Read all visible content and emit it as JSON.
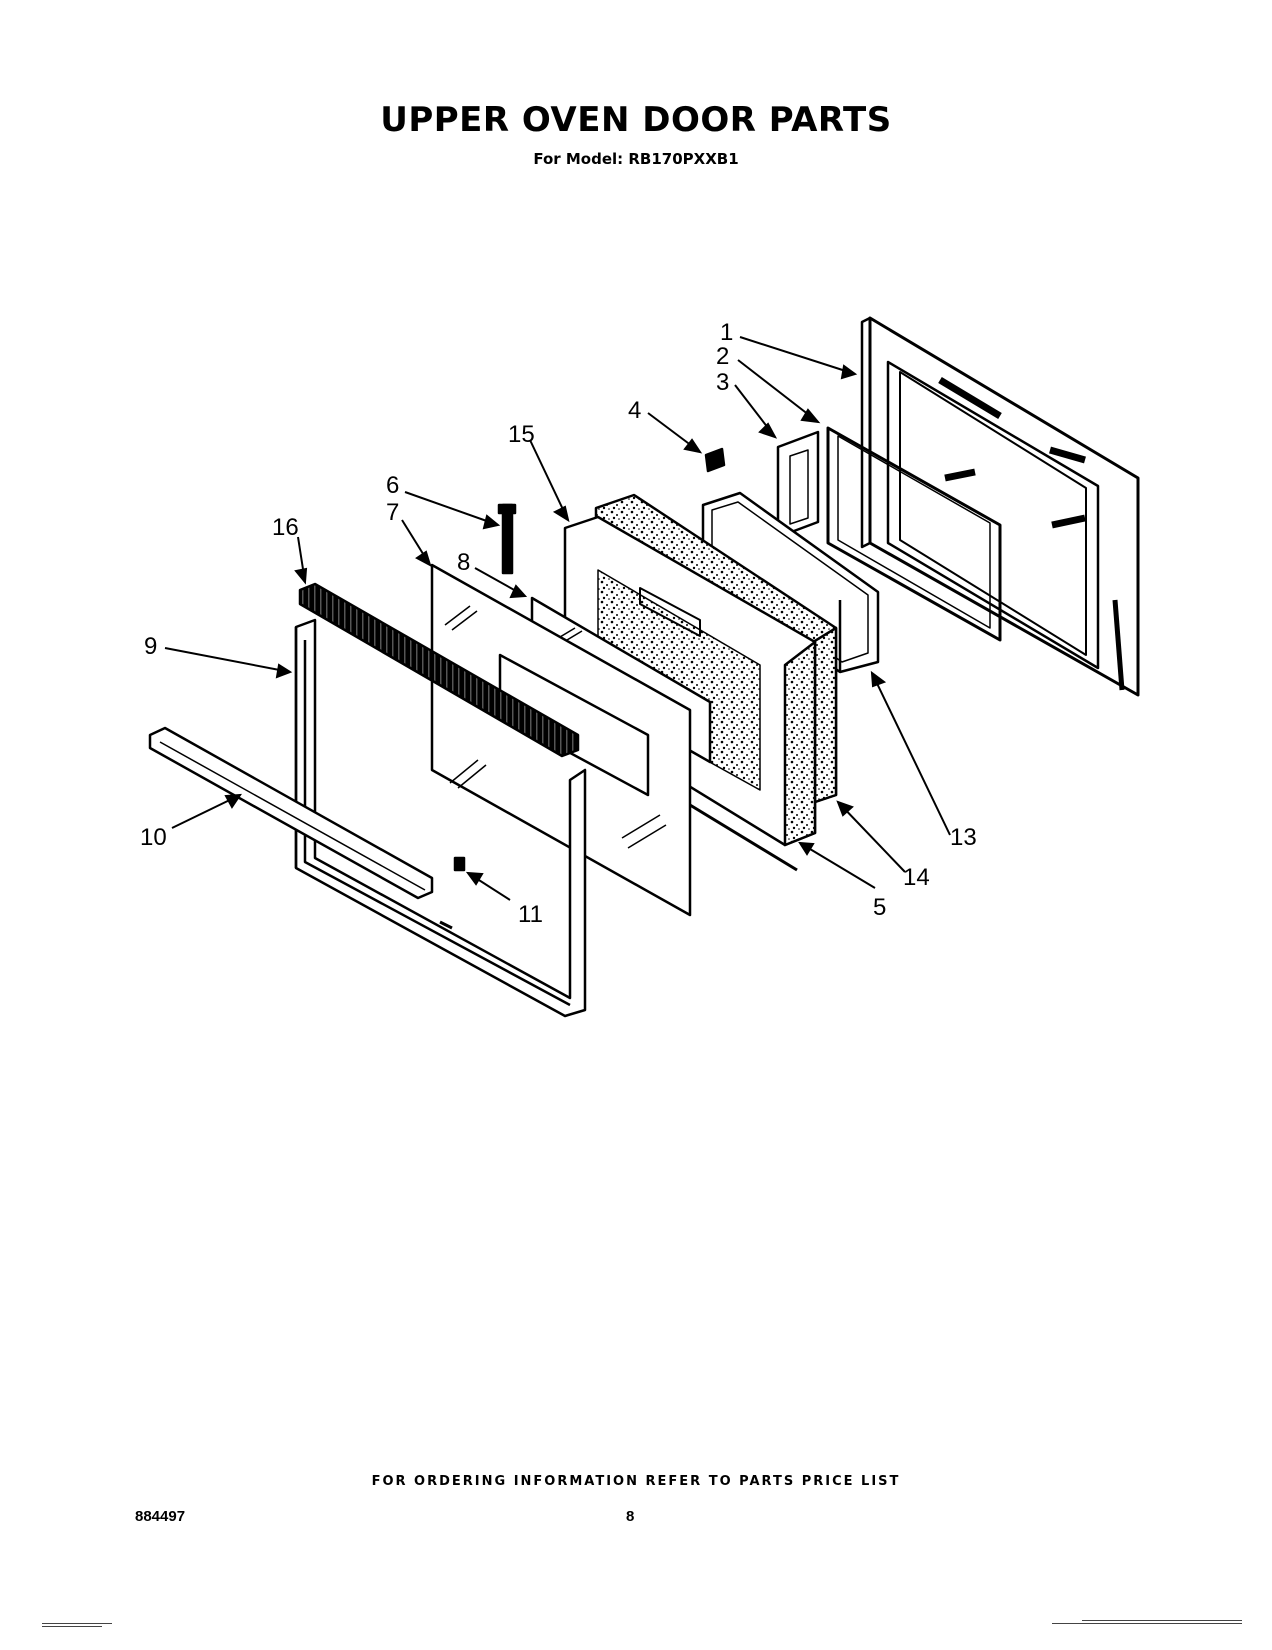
{
  "header": {
    "title": "UPPER OVEN DOOR PARTS",
    "subtitle": "For Model: RB170PXXB1"
  },
  "callouts": [
    "1",
    "2",
    "3",
    "4",
    "5",
    "6",
    "7",
    "8",
    "9",
    "10",
    "11",
    "13",
    "14",
    "15",
    "16"
  ],
  "footer": {
    "ordering_note": "FOR ORDERING INFORMATION REFER TO PARTS PRICE LIST",
    "document_number": "884497",
    "page_number": "8"
  },
  "colors": {
    "ink": "#000000",
    "paper": "#ffffff"
  }
}
